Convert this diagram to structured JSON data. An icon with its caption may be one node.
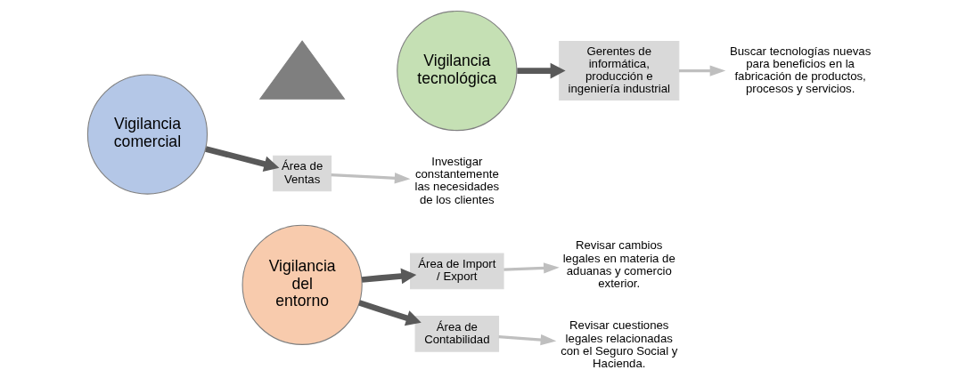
{
  "diagram": {
    "nodes": [
      {
        "text": [
          "Vigilancia del entorno"
        ]
      },
      {
        "text": [
          "Vigilancia comercial"
        ]
      },
      {
        "text": [
          "Vigilancia tecnológica"
        ]
      },
      {
        "text": [],
        "shape": "triangle"
      },
      {
        "text": [
          "Área de Import / Export"
        ]
      },
      {
        "text": [
          "Área de Contabilidad"
        ]
      },
      {
        "text": [
          "Área de Ventas"
        ]
      },
      {
        "text": [
          "Gerentes de informática, producción e ingeniería industrial"
        ]
      },
      {
        "text": [
          "Revisar cambios legales en materia de aduanas y comercio exterior."
        ]
      },
      {
        "text": [
          "Revisar cuestiones legales relacionadas con el Seguro Social y Hacienda."
        ]
      },
      {
        "text": [
          "Investigar constantemente las necesidades de los clientes"
        ]
      },
      {
        "text": [
          "Buscar tecnologías nuevas para beneficios en la fabricación de productos, procesos y servicios."
        ]
      }
    ],
    "edges": [
      {
        "from": 0,
        "to": 4,
        "arrow": "to",
        "style": "thick"
      },
      {
        "from": 0,
        "to": 5,
        "arrow": "to",
        "style": "thick"
      },
      {
        "from": 1,
        "to": 6,
        "arrow": "to",
        "style": "thick"
      },
      {
        "from": 2,
        "to": 7,
        "arrow": "to",
        "style": "thick"
      },
      {
        "from": 4,
        "to": 8,
        "arrow": "to",
        "color": "#bfbfbf"
      },
      {
        "from": 5,
        "to": 9,
        "arrow": "to",
        "color": "#bfbfbf"
      },
      {
        "from": 6,
        "to": 10,
        "arrow": "to",
        "color": "#bfbfbf"
      },
      {
        "from": 7,
        "to": 11,
        "arrow": "to",
        "color": "#bfbfbf"
      }
    ]
  }
}
